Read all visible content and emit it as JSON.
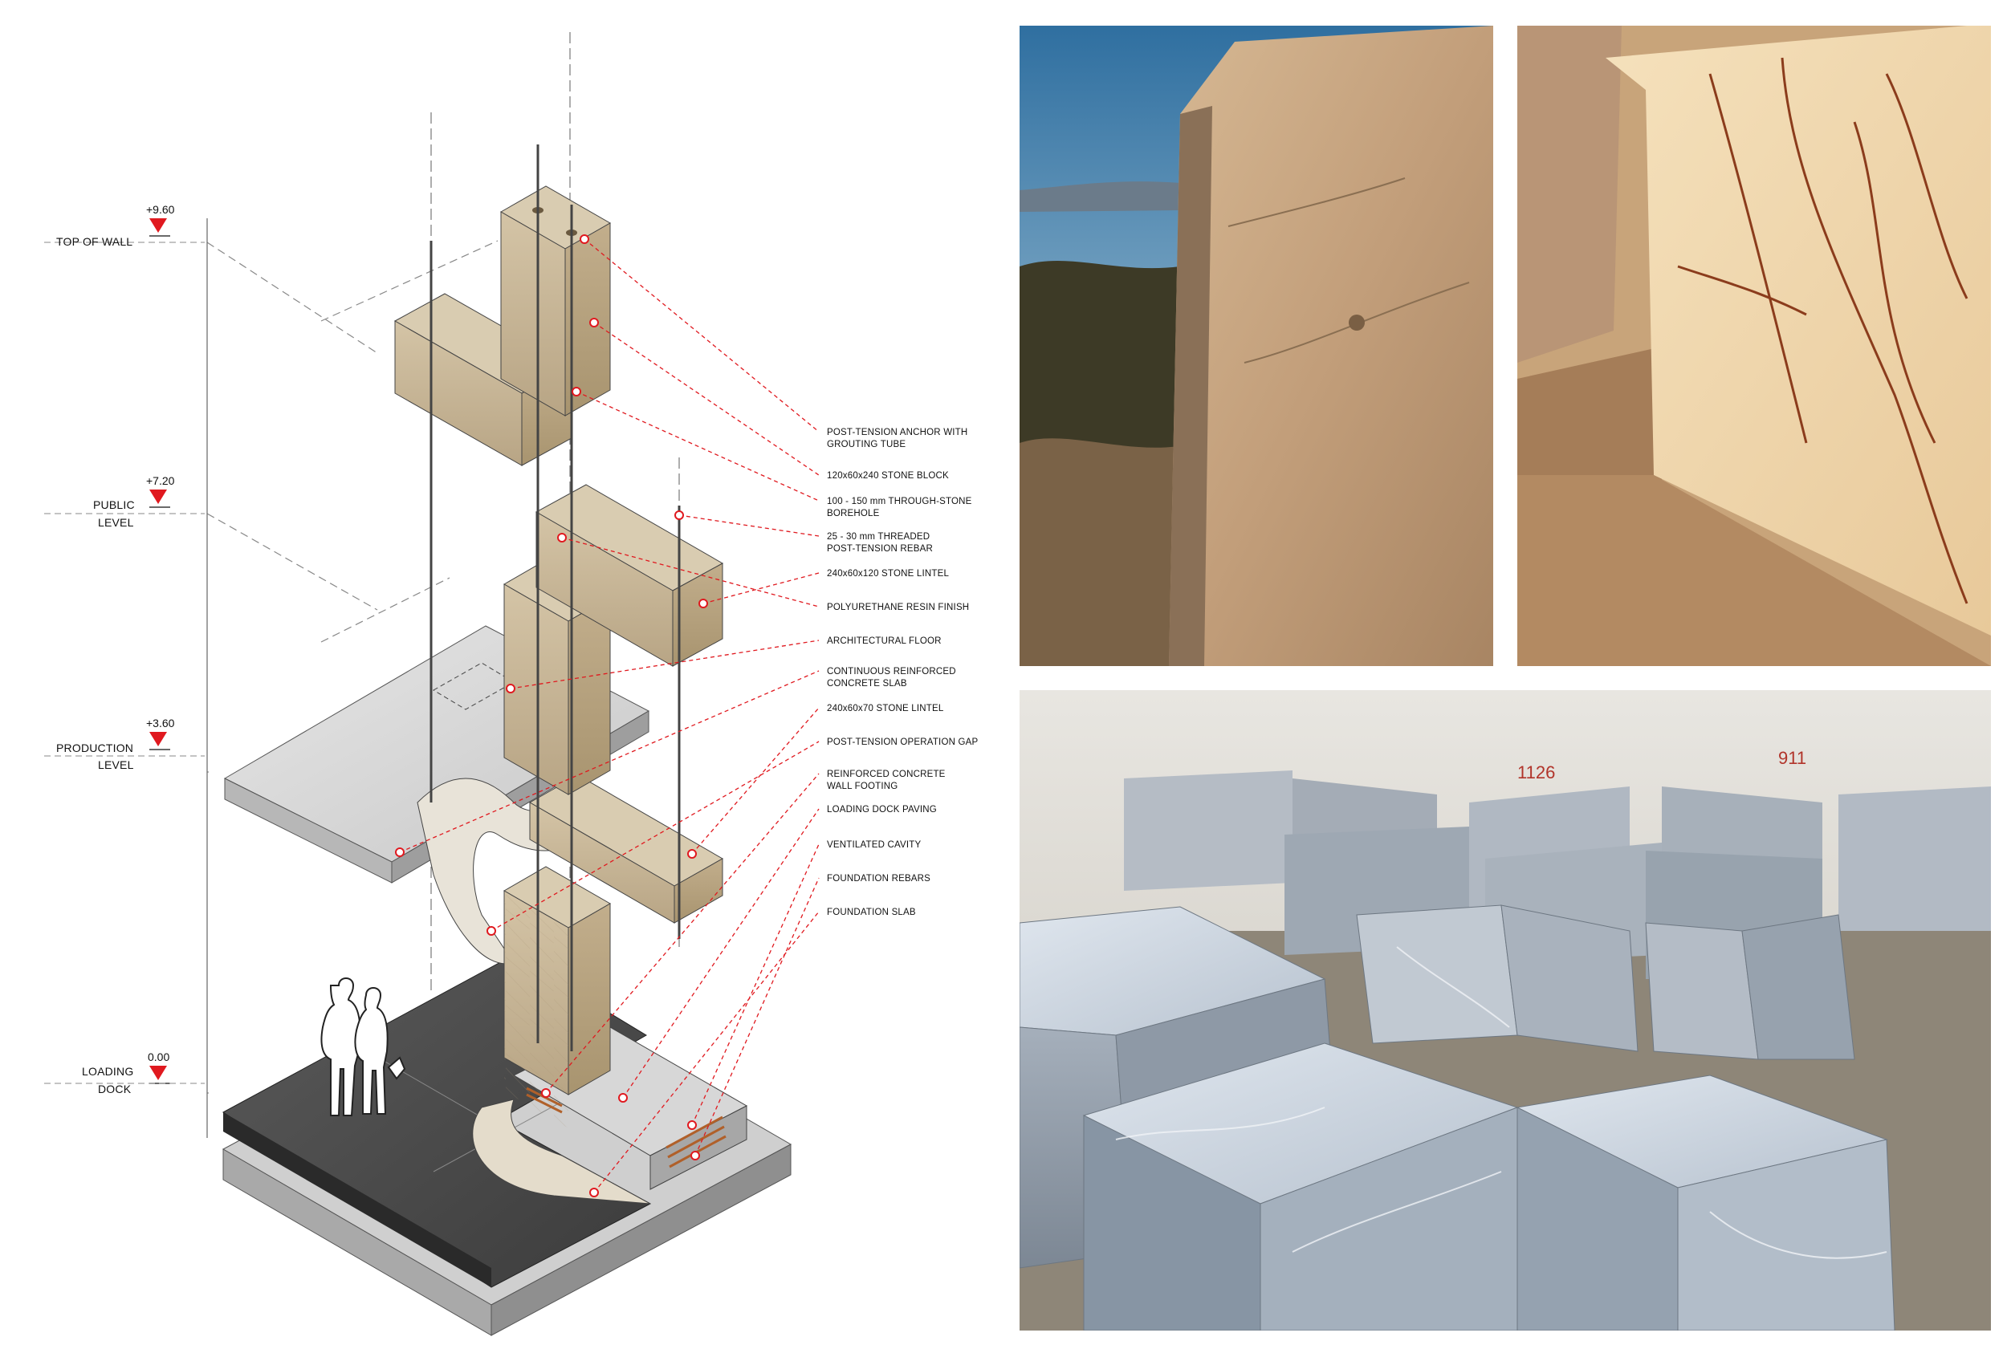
{
  "levels": [
    {
      "value": "+9.60",
      "label_lines": [
        "TOP OF WALL"
      ]
    },
    {
      "value": "+7.20",
      "label_lines": [
        "PUBLIC",
        "LEVEL"
      ]
    },
    {
      "value": "+3.60",
      "label_lines": [
        "PRODUCTION",
        "LEVEL"
      ]
    },
    {
      "value": "0.00",
      "label_lines": [
        "LOADING",
        "DOCK"
      ]
    }
  ],
  "callouts": [
    {
      "lines": [
        "POST-TENSION ANCHOR WITH",
        "GROUTING TUBE"
      ]
    },
    {
      "lines": [
        "120x60x240 STONE BLOCK"
      ]
    },
    {
      "lines": [
        "100 - 150 mm THROUGH-STONE",
        "BOREHOLE"
      ]
    },
    {
      "lines": [
        "25 - 30 mm THREADED",
        "POST-TENSION REBAR"
      ]
    },
    {
      "lines": [
        "240x60x120 STONE LINTEL"
      ]
    },
    {
      "lines": [
        "POLYURETHANE RESIN FINISH"
      ]
    },
    {
      "lines": [
        "ARCHITECTURAL FLOOR"
      ]
    },
    {
      "lines": [
        "CONTINUOUS REINFORCED",
        "CONCRETE SLAB"
      ]
    },
    {
      "lines": [
        "240x60x70 STONE LINTEL"
      ]
    },
    {
      "lines": [
        "POST-TENSION OPERATION GAP"
      ]
    },
    {
      "lines": [
        "REINFORCED CONCRETE",
        "WALL FOOTING"
      ]
    },
    {
      "lines": [
        "LOADING DOCK PAVING"
      ]
    },
    {
      "lines": [
        "VENTILATED CAVITY"
      ]
    },
    {
      "lines": [
        "FOUNDATION REBARS"
      ]
    },
    {
      "lines": [
        "FOUNDATION SLAB"
      ]
    }
  ],
  "photo_markings": {
    "block_number_a": "1126",
    "block_number_b": "911"
  },
  "colors": {
    "level_marker": "#e0191f",
    "callout_leader": "#e0191f",
    "stone": "#c9b79b",
    "slab": "#d9d9d9",
    "dark_slab": "#4a4a4a"
  }
}
